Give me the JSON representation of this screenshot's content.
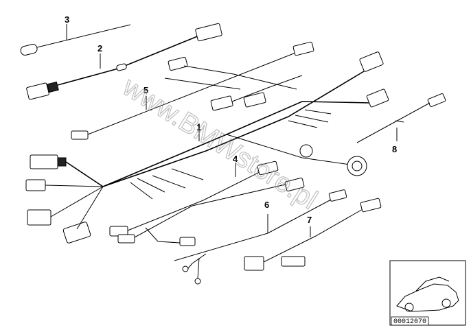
{
  "diagram": {
    "callouts": [
      {
        "id": "1",
        "label": "1"
      },
      {
        "id": "2",
        "label": "2"
      },
      {
        "id": "3",
        "label": "3"
      },
      {
        "id": "4",
        "label": "4"
      },
      {
        "id": "5",
        "label": "5"
      },
      {
        "id": "6",
        "label": "6"
      },
      {
        "id": "7",
        "label": "7"
      },
      {
        "id": "8",
        "label": "8"
      }
    ],
    "watermark": "www.BMWstore.pl",
    "reference_code": "00012070",
    "colors": {
      "line": "#000000",
      "background": "#ffffff",
      "watermark": "#8a8a8a"
    }
  }
}
